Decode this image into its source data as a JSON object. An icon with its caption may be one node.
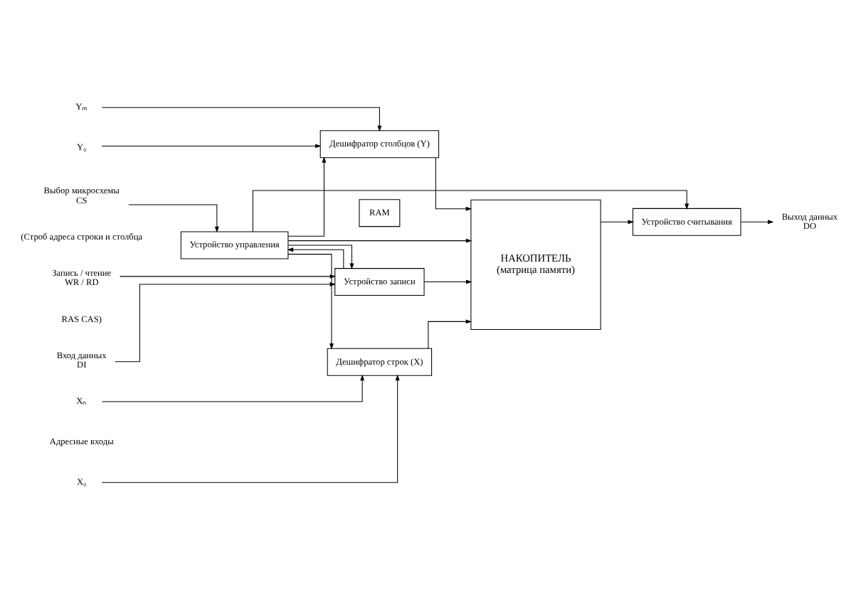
{
  "diagram": {
    "nodes": [
      {
        "text": [
          "RAM"
        ]
      },
      {
        "text": [
          "X₀"
        ]
      },
      {
        "text": [
          "Xₙ"
        ]
      },
      {
        "text": [
          "Дешифратор строк (X)"
        ]
      },
      {
        "text": [
          "НАКОПИТЕЛЬ",
          "(матрица памяти)"
        ]
      },
      {
        "text": [
          "Y₀"
        ]
      },
      {
        "text": [
          "Yₘ"
        ]
      },
      {
        "text": [
          "Дешифратор столбцов (Y)"
        ]
      },
      {
        "text": [
          "Вход данных",
          "DI"
        ]
      },
      {
        "text": [
          "Запись / чтение",
          "WR / RD"
        ]
      },
      {
        "text": [
          "Устройство записи"
        ]
      },
      {
        "text": [
          "Выбор микросхемы",
          "CS"
        ]
      },
      {
        "text": [
          "Устройство управления"
        ]
      },
      {
        "text": [
          "Устройство считывания"
        ]
      },
      {
        "text": [
          "Выход данных",
          "DO"
        ]
      }
    ],
    "edges": [
      {
        "from": 1,
        "to": 3,
        "arrow": "to"
      },
      {
        "from": 2,
        "to": 3,
        "arrow": "to"
      },
      {
        "from": 3,
        "to": 4,
        "arrow": "to"
      },
      {
        "from": 5,
        "to": 7,
        "arrow": "to"
      },
      {
        "from": 6,
        "to": 7,
        "arrow": "to"
      },
      {
        "from": 7,
        "to": 4,
        "arrow": "to"
      },
      {
        "from": 8,
        "to": 10,
        "arrow": "to"
      },
      {
        "from": 9,
        "to": 10,
        "arrow": "to"
      },
      {
        "from": 10,
        "to": 12,
        "arrow": "to"
      },
      {
        "from": 12,
        "to": 10,
        "arrow": "to"
      },
      {
        "from": 11,
        "to": 12,
        "arrow": "to"
      },
      {
        "from": 12,
        "to": 3,
        "arrow": "to"
      },
      {
        "from": 12,
        "to": 7,
        "arrow": "to"
      },
      {
        "from": 10,
        "to": 4,
        "arrow": "to"
      },
      {
        "from": 12,
        "to": 4,
        "arrow": "to"
      },
      {
        "from": 4,
        "to": 13,
        "arrow": "to"
      },
      {
        "from": 12,
        "to": 13,
        "arrow": "to"
      },
      {
        "from": 13,
        "to": 14,
        "arrow": "to"
      }
    ],
    "labels": [
      "Адресные входы",
      "(Строб адреса строки и столбца",
      "RAS CAS)"
    ]
  }
}
